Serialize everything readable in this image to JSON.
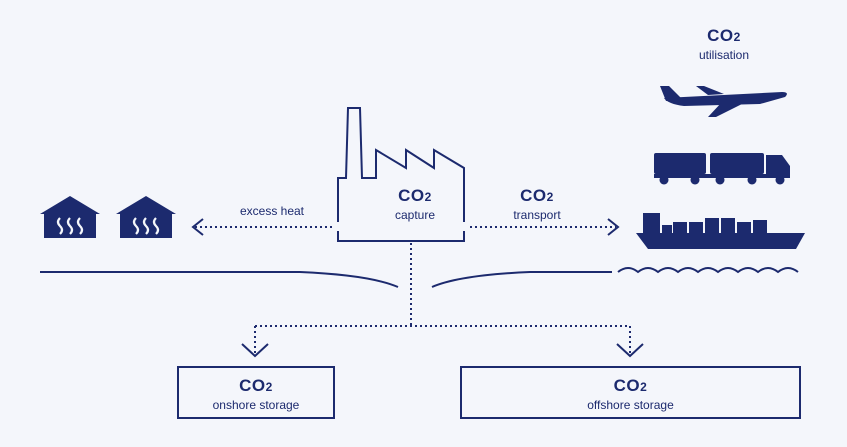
{
  "colors": {
    "primary": "#1c2a6e",
    "background": "#f4f6fb"
  },
  "utilisation": {
    "title": "CO",
    "subscript": "2",
    "label": "utilisation"
  },
  "capture": {
    "title": "CO",
    "subscript": "2",
    "label": "capture"
  },
  "transport": {
    "title": "CO",
    "subscript": "2",
    "label": "transport"
  },
  "excess_heat": {
    "label": "excess heat"
  },
  "onshore": {
    "title": "CO",
    "subscript": "2",
    "label": "onshore storage"
  },
  "offshore": {
    "title": "CO",
    "subscript": "2",
    "label": "offshore storage"
  },
  "icons": [
    "house-heat-icon",
    "factory-icon",
    "airplane-icon",
    "truck-icon",
    "ship-icon",
    "waves-icon"
  ]
}
